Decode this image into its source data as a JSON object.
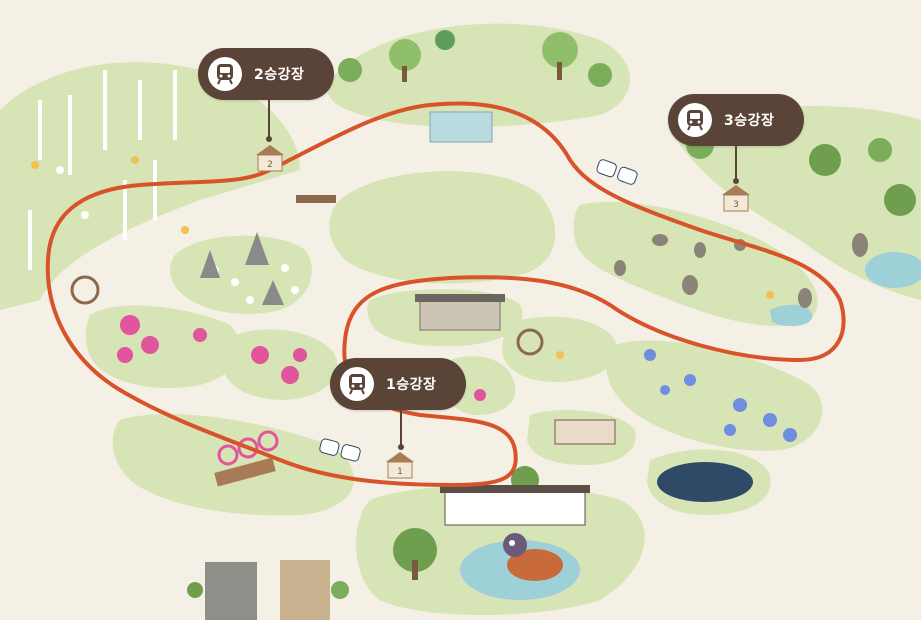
{
  "map": {
    "colors": {
      "background": "#f4f0e6",
      "land": "#d7e4b5",
      "land_dark": "#c3d69a",
      "route": "#d9532a",
      "callout": "#5a4337",
      "water": "#9ed0d8",
      "pink_flower": "#e0559c",
      "blue_flower": "#6f8ee0"
    },
    "stations": [
      {
        "id": "station-1",
        "label": "1승강장",
        "number": "1",
        "icon": "tram-icon"
      },
      {
        "id": "station-2",
        "label": "2승강장",
        "number": "2",
        "icon": "tram-icon"
      },
      {
        "id": "station-3",
        "label": "3승강장",
        "number": "3",
        "icon": "tram-icon"
      }
    ]
  }
}
